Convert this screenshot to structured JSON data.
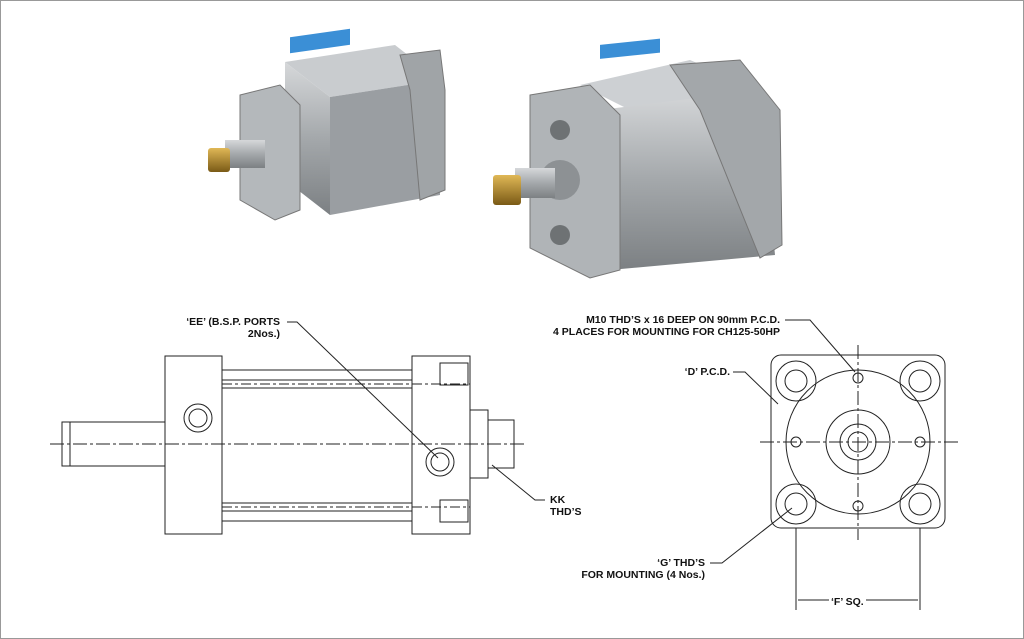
{
  "photos": {
    "small_cylinder": "pneumatic-cylinder-photo",
    "large_cylinder": "pneumatic-cylinder-photo"
  },
  "side_view": {
    "ports_label_line1": "‘EE’ (B.S.P. PORTS",
    "ports_label_line2": "2Nos.)",
    "kk_label_line1": "KK",
    "kk_label_line2": "THD’S"
  },
  "end_view": {
    "mount_label_line1": "M10 THD’S x 16 DEEP ON 90mm P.C.D.",
    "mount_label_line2": "4 PLACES FOR MOUNTING FOR CH125-50HP",
    "d_label": "‘D’ P.C.D.",
    "g_label_line1": "‘G’ THD’S",
    "g_label_line2": "FOR MOUNTING (4 Nos.)",
    "f_label": "‘F’ SQ."
  },
  "colors": {
    "line": "#222222",
    "metal": "#a9adb0",
    "brass": "#b08a2e",
    "label_blue": "#3b8fd6"
  }
}
